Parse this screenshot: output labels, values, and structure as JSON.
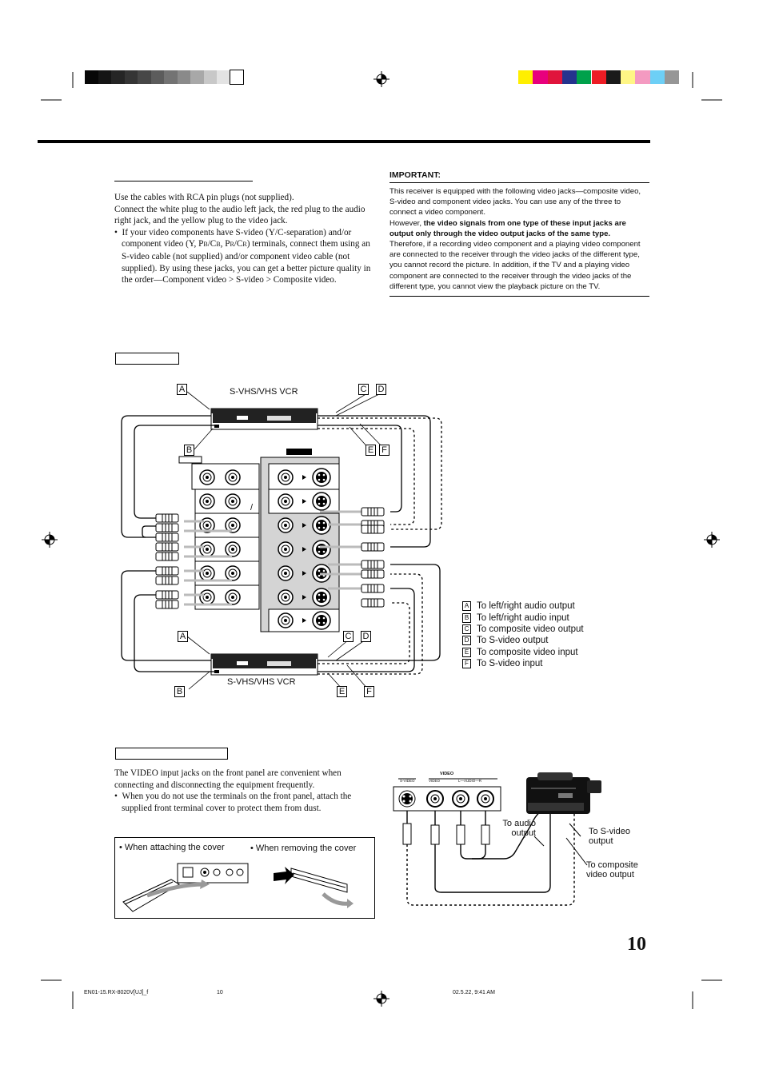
{
  "color_bar_left": [
    "#070707",
    "#151515",
    "#252525",
    "#353535",
    "#474747",
    "#5c5c5c",
    "#737373",
    "#8a8a8a",
    "#a8a8a8",
    "#c8c8c8",
    "#e3e3e3",
    "#ffffff"
  ],
  "color_bar_right": [
    "#ffef00",
    "#e8007d",
    "#e0143c",
    "#25338e",
    "#00a14b",
    "#ed1c24",
    "#1a1a1a",
    "#fff685",
    "#f49ac1",
    "#6dcff6",
    "#969696"
  ],
  "left_column": {
    "para1": "Use the cables with RCA pin plugs (not supplied).",
    "para2": "Connect the white plug to the audio left jack, the red plug to the audio right jack, and the yellow plug to the video jack.",
    "bullet_pre": "If your video components have S-video (Y/C-separation) and/or component video (Y, P",
    "bullet_b": "B",
    "bullet_mid1": "/C",
    "bullet_b2": "B",
    "bullet_mid2": ", P",
    "bullet_r": "R",
    "bullet_mid3": "/C",
    "bullet_r2": "R",
    "bullet_post": ") terminals, connect them using an S-video cable (not supplied) and/or component video cable (not supplied). By using these jacks, you can get a better picture quality in the order—Component video > S-video > Composite video."
  },
  "important": {
    "heading": "IMPORTANT:",
    "text1": "This receiver is equipped with the following video jacks—composite video, S-video and component video jacks. You can use any of the three to connect a video component.",
    "text2_pre": "However, ",
    "text2_bold": "the video signals from one type of these input jacks are output only through the video output jacks of the same type.",
    "text3": "Therefore, if a recording video component and a playing video component are connected to the receiver through the video jacks of the different type, you cannot record the picture. In addition, if the TV and a playing video component are connected to the receiver through the video jacks of the different type, you cannot view the playback picture on the TV."
  },
  "diagram1": {
    "vcr_top_label": "S-VHS/VHS VCR",
    "vcr_bottom_label": "S-VHS/VHS VCR",
    "letters": {
      "A": "A",
      "B": "B",
      "C": "C",
      "D": "D",
      "E": "E",
      "F": "F"
    },
    "slash": "/"
  },
  "legend": [
    {
      "key": "A",
      "text": "To left/right audio output"
    },
    {
      "key": "B",
      "text": "To left/right audio input"
    },
    {
      "key": "C",
      "text": "To composite video output"
    },
    {
      "key": "D",
      "text": "To S-video output"
    },
    {
      "key": "E",
      "text": "To composite video input"
    },
    {
      "key": "F",
      "text": "To S-video input"
    }
  ],
  "front_section": {
    "para1": "The VIDEO input jacks on the front panel are convenient when connecting and disconnecting the equipment frequently.",
    "bullet": "When you do not use the terminals on the front panel, attach the supplied front terminal cover to protect them from dust.",
    "attach_label": "• When attaching the cover",
    "remove_label": "• When removing the cover"
  },
  "panel": {
    "title": "VIDEO",
    "svideo": "S-VIDEO",
    "video": "VIDEO",
    "audio": "L—AUDIO—R",
    "to_audio_output": "To audio output",
    "to_svideo_output": "To S-video output",
    "to_composite_output": "To composite video output"
  },
  "page_number": "10",
  "footer": {
    "file": "EN01-15.RX-8020V[UJ]_f",
    "page": "10",
    "timestamp": "02.5.22, 9:41 AM"
  }
}
